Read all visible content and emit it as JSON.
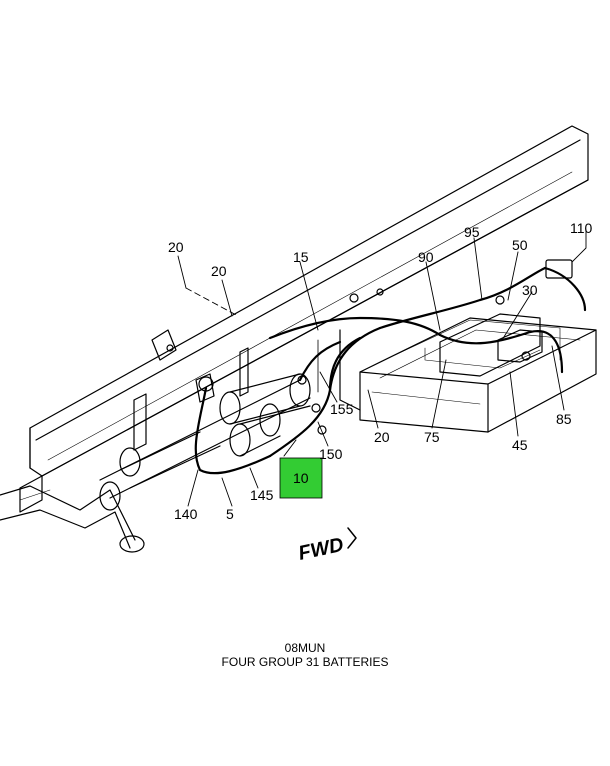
{
  "diagram": {
    "callouts": {
      "c20a": "20",
      "c20b": "20",
      "c15": "15",
      "c90": "90",
      "c95": "95",
      "c50": "50",
      "c110": "110",
      "c30": "30",
      "c155": "155",
      "c150": "150",
      "c20c": "20",
      "c75": "75",
      "c45": "45",
      "c85": "85",
      "c10": "10",
      "c140": "140",
      "c5": "5",
      "c145": "145"
    },
    "direction_label": "FWD",
    "highlight_color": "#33cc33"
  },
  "caption": {
    "code": "08MUN",
    "title": "FOUR GROUP 31 BATTERIES"
  }
}
